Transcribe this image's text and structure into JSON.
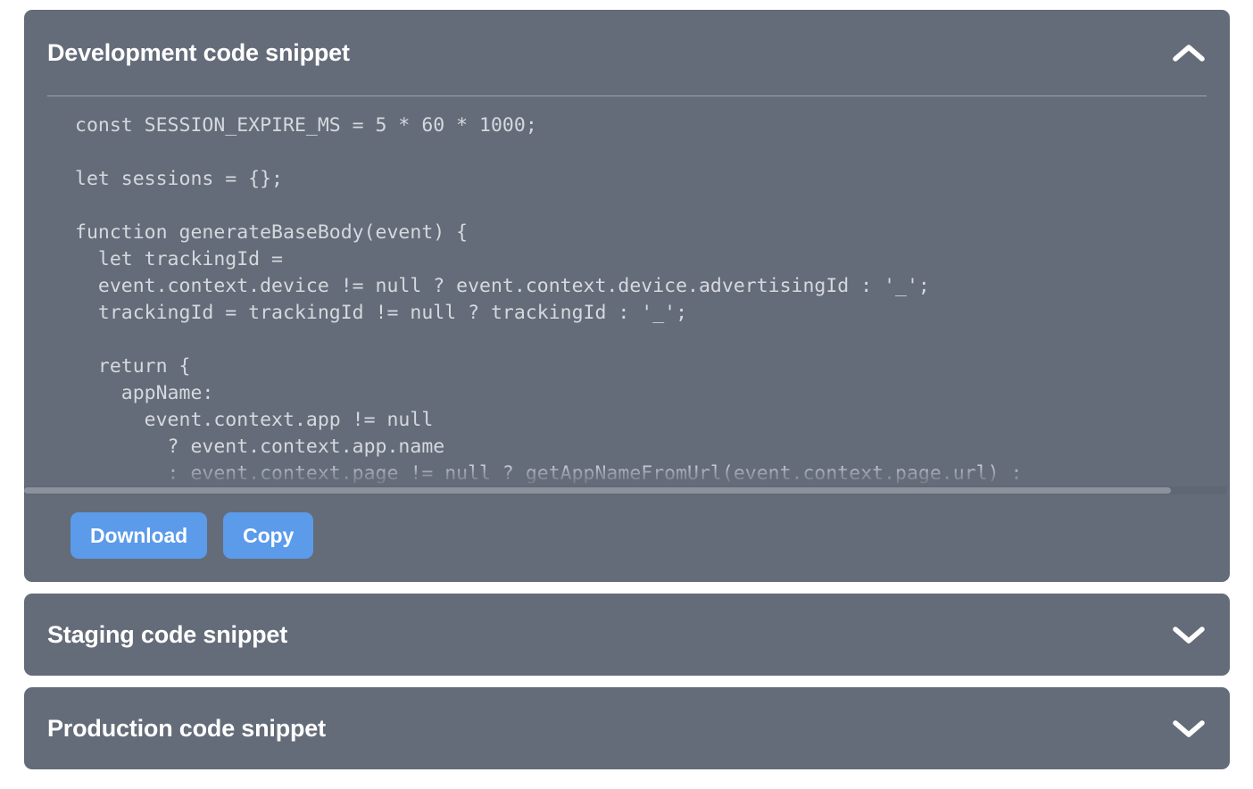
{
  "theme": {
    "page_background": "#ffffff",
    "panel_background": "#646c79",
    "panel_text": "#ffffff",
    "code_text": "#d5d9de",
    "divider": "#9ea5ae",
    "button_background": "#5b9bea",
    "button_text": "#ffffff",
    "scrollbar_thumb": "#8b929c",
    "scrollbar_track": "#5f6773"
  },
  "panels": [
    {
      "id": "development",
      "title": "Development code snippet",
      "expanded": true,
      "chevron_icon": "chevron-up-icon",
      "code": "const SESSION_EXPIRE_MS = 5 * 60 * 1000;\n\nlet sessions = {};\n\nfunction generateBaseBody(event) {\n  let trackingId =\n  event.context.device != null ? event.context.device.advertisingId : '_';\n  trackingId = trackingId != null ? trackingId : '_';\n\n  return {\n    appName:\n      event.context.app != null\n        ? event.context.app.name\n        : event.context.page != null ? getAppNameFromUrl(event.context.page.url) :",
      "buttons": [
        {
          "id": "download",
          "label": "Download"
        },
        {
          "id": "copy",
          "label": "Copy"
        }
      ]
    },
    {
      "id": "staging",
      "title": "Staging code snippet",
      "expanded": false,
      "chevron_icon": "chevron-down-icon"
    },
    {
      "id": "production",
      "title": "Production code snippet",
      "expanded": false,
      "chevron_icon": "chevron-down-icon"
    }
  ]
}
